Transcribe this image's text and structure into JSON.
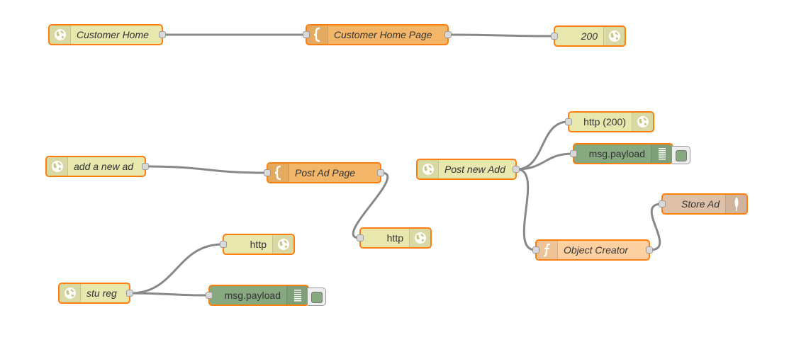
{
  "colors": {
    "http_node": "#e7e7ae",
    "template_node": "#f3b567",
    "debug_node": "#87a980",
    "function_node": "#fdd0a2",
    "mongodb_node": "#e2d96e",
    "wire": "#888888",
    "selection": "#ff7f0e"
  },
  "nodes": [
    {
      "id": "n1",
      "label": "Customer Home",
      "type": "http-in",
      "icon": "globe-icon"
    },
    {
      "id": "n2",
      "label": "Customer Home Page",
      "type": "template",
      "icon": "template-brace-icon"
    },
    {
      "id": "n3",
      "label": "200",
      "type": "http-response",
      "icon": "globe-icon"
    },
    {
      "id": "n4",
      "label": "add a new ad",
      "type": "http-in",
      "icon": "globe-icon"
    },
    {
      "id": "n5",
      "label": "Post Ad Page",
      "type": "template",
      "icon": "template-brace-icon"
    },
    {
      "id": "n6",
      "label": "http",
      "type": "http-response",
      "icon": "globe-icon"
    },
    {
      "id": "n7",
      "label": "Post new Add",
      "type": "http-in",
      "icon": "globe-icon"
    },
    {
      "id": "n8",
      "label": "http (200)",
      "type": "http-response",
      "icon": "globe-icon"
    },
    {
      "id": "n9",
      "label": "msg.payload",
      "type": "debug",
      "icon": "debug-list-icon"
    },
    {
      "id": "n10",
      "label": "Object Creator",
      "type": "function",
      "icon": "function-icon"
    },
    {
      "id": "n11",
      "label": "Store Ad",
      "type": "mongodb-out",
      "icon": "leaf-icon"
    },
    {
      "id": "n12",
      "label": "stu reg",
      "type": "http-in",
      "icon": "globe-icon"
    },
    {
      "id": "n13",
      "label": "http",
      "type": "http-response",
      "icon": "globe-icon"
    },
    {
      "id": "n14",
      "label": "msg.payload",
      "type": "debug",
      "icon": "debug-list-icon"
    }
  ],
  "wires": [
    [
      "n1",
      "n2"
    ],
    [
      "n2",
      "n3"
    ],
    [
      "n4",
      "n5"
    ],
    [
      "n5",
      "n6"
    ],
    [
      "n7",
      "n8"
    ],
    [
      "n7",
      "n9"
    ],
    [
      "n7",
      "n10"
    ],
    [
      "n10",
      "n11"
    ],
    [
      "n12",
      "n13"
    ],
    [
      "n12",
      "n14"
    ]
  ]
}
